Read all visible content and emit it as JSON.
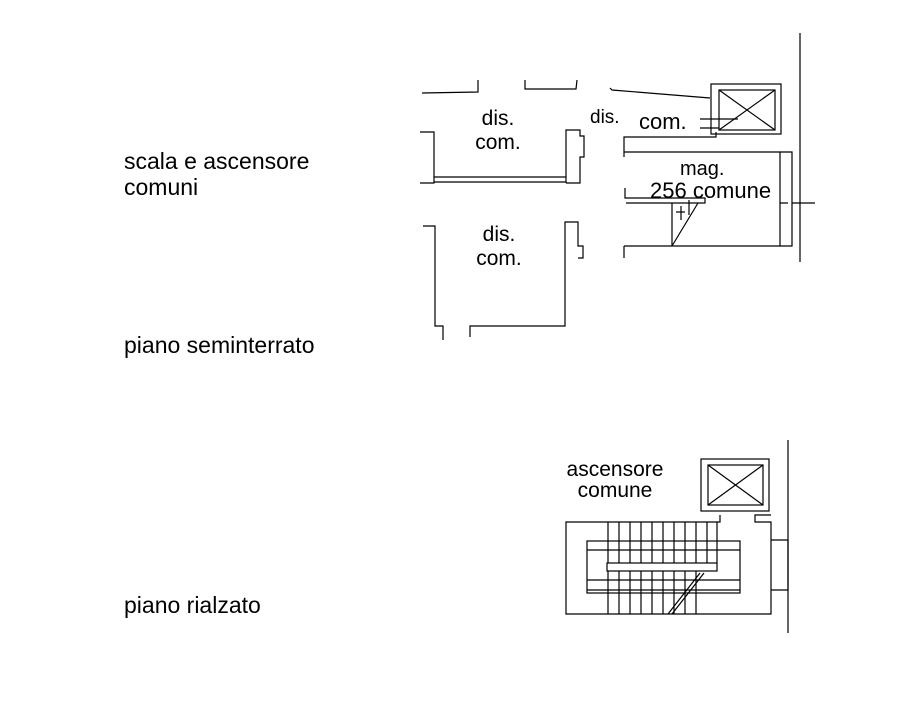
{
  "legend": {
    "title_line1": "scala e ascensore",
    "title_line2": "comuni",
    "floor_basement": "piano seminterrato",
    "floor_raised": "piano rialzato"
  },
  "basement_plan": {
    "room_top_line1": "dis.",
    "room_top_line2": "com.",
    "room_bottom_line1": "dis.",
    "room_bottom_line2": "com.",
    "corridor_line1": "dis.",
    "corridor_line2": "com.",
    "storage_line1": "mag.",
    "storage_line2": "256 comune"
  },
  "raised_plan": {
    "elevator_line1": "ascensore",
    "elevator_line2": "comune"
  }
}
